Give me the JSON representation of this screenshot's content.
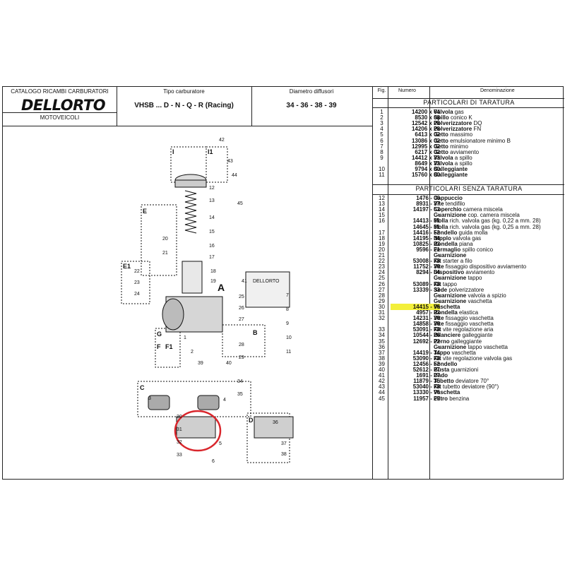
{
  "header": {
    "catalog_title": "CATALOGO RICAMBI CARBURATORI",
    "brand": "DELLORTO",
    "category": "MOTOVEICOLI",
    "type_label": "Tipo carburatore",
    "type_value": "VHSB ... D - N - Q - R (Racing)",
    "diam_label": "Diametro diffusori",
    "diam_value": "34 - 36 - 38 - 39"
  },
  "table": {
    "col_fig": "Fig.",
    "col_num": "Numero",
    "col_den": "Denominazione",
    "section1_title": "PARTICOLARI DI TARATURA",
    "section2_title": "PARTICOLARI SENZA TARATURA",
    "section1_rows": [
      {
        "fig": "1",
        "num": "14200 x 64",
        "b": "Valvola",
        "t": "gas"
      },
      {
        "fig": "2",
        "num": "8530 x 08",
        "b": "Spillo",
        "t": "conico K"
      },
      {
        "fig": "3",
        "num": "12542 x 28",
        "b": "Polverizzatore",
        "t": "DQ"
      },
      {
        "fig": "4",
        "num": "14206 x 28",
        "b": "Polverizzatore",
        "t": "FN"
      },
      {
        "fig": "5",
        "num": "6413 x 02",
        "b": "Getto",
        "t": "massimo"
      },
      {
        "fig": "6",
        "num": "13086 x 02",
        "b": "Getto",
        "t": "emulsionatore minimo B"
      },
      {
        "fig": "7",
        "num": "12995 x 02",
        "b": "Getto",
        "t": "minimo"
      },
      {
        "fig": "8",
        "num": "6217 x 02",
        "b": "Getto",
        "t": "avviamento"
      },
      {
        "fig": "9",
        "num": "14412 x 33",
        "b": "Valvola",
        "t": "a spillo"
      },
      {
        "fig": "",
        "num": "8649 x 33",
        "b": "Valvola",
        "t": "a spillo"
      },
      {
        "fig": "10",
        "num": "9794 x 80",
        "b": "Galleggiante",
        "t": ""
      },
      {
        "fig": "11",
        "num": "15760 x 80",
        "b": "Galleggiante",
        "t": ""
      }
    ],
    "section2_rows": [
      {
        "fig": "12",
        "num": "1476 - 06",
        "b": "Cappuccio",
        "t": ""
      },
      {
        "fig": "13",
        "num": "8931 - 37",
        "b": "Vite",
        "t": "tendifilo"
      },
      {
        "fig": "14",
        "num": "14197 - 53",
        "b": "Coperchio",
        "t": "camera miscela"
      },
      {
        "fig": "15",
        "num": "•",
        "b": "Guarnizione",
        "t": "cop. camera miscela"
      },
      {
        "fig": "16",
        "num": "14413 - 61",
        "b": "Molla",
        "t": "rich. valvola gas (kg. 0,22 a mm. 28)"
      },
      {
        "fig": "",
        "num": "14645 - 61",
        "b": "Molla",
        "t": "rich. valvola gas (kg. 0,25 a mm. 28)"
      },
      {
        "fig": "17",
        "num": "14416 - 52",
        "b": "Fondello",
        "t": "guida molla"
      },
      {
        "fig": "18",
        "num": "14195 - 04",
        "b": "Nipplo",
        "t": "valvola gas"
      },
      {
        "fig": "19",
        "num": "10825 - 23",
        "b": "Rondella",
        "t": "piana"
      },
      {
        "fig": "20",
        "num": "9596 - 21",
        "b": "Fermaglio",
        "t": "spillo conico"
      },
      {
        "fig": "21",
        "num": "•",
        "b": "Guarnizione",
        "t": ""
      },
      {
        "fig": "22",
        "num": "53008 - 78",
        "b": "Kit",
        "t": "starter a filo"
      },
      {
        "fig": "23",
        "num": "11752 - 36",
        "b": "Vite",
        "t": "fissaggio dispositivo avviamento"
      },
      {
        "fig": "24",
        "num": "8294 - 64",
        "b": "Dispositivo",
        "t": "avviamento"
      },
      {
        "fig": "25",
        "num": "•",
        "b": "Guarnizione",
        "t": "tappo"
      },
      {
        "fig": "26",
        "num": "53089 - 78",
        "b": "Kit",
        "t": "tappo"
      },
      {
        "fig": "27",
        "num": "13339 - 33",
        "b": "Sede",
        "t": "polverizzatore"
      },
      {
        "fig": "28",
        "num": "•",
        "b": "Guarnizione",
        "t": "valvola a spizio"
      },
      {
        "fig": "29",
        "num": "•",
        "b": "Guarnizione",
        "t": "vaschetta"
      },
      {
        "fig": "30",
        "num": "14415 - 96",
        "b": "Vaschetta",
        "t": "",
        "hl": true
      },
      {
        "fig": "31",
        "num": "4957 - 23",
        "b": "Rondella",
        "t": "elastica"
      },
      {
        "fig": "32",
        "num": "14231 - 36",
        "b": "Vite",
        "t": "fissaggio vaschetta"
      },
      {
        "fig": "",
        "num": "14858 - 36",
        "b": "Vite",
        "t": "fissaggio vaschetta"
      },
      {
        "fig": "33",
        "num": "53091 - 78",
        "b": "Kit",
        "t": "vite regolazione aria"
      },
      {
        "fig": "34",
        "num": "10544 - 26",
        "b": "Bilanciere",
        "t": "galleggiante"
      },
      {
        "fig": "35",
        "num": "12692 - 22",
        "b": "Perno",
        "t": "galleggiante"
      },
      {
        "fig": "36",
        "num": "•",
        "b": "Guarnizione",
        "t": "tappo vaschetta"
      },
      {
        "fig": "37",
        "num": "14419 - 34",
        "b": "Tappo",
        "t": "vaschetta"
      },
      {
        "fig": "38",
        "num": "53090 - 78",
        "b": "Kit",
        "t": "vite regolazione valvola gas"
      },
      {
        "fig": "39",
        "num": "12456 - 52",
        "b": "Fondello",
        "t": ""
      },
      {
        "fig": "40",
        "num": "52612 - 77",
        "b": "Busta",
        "t": "guarnizioni"
      },
      {
        "fig": "41",
        "num": "1691 - 27",
        "b": "Dado",
        "t": ""
      },
      {
        "fig": "42",
        "num": "11879 - 35",
        "b": "Tubetto",
        "t": "deviatore 70°"
      },
      {
        "fig": "43",
        "num": "53040 - 78",
        "b": "Kit",
        "t": "tubetto deviatore (90°)"
      },
      {
        "fig": "44",
        "num": "13330 - 96",
        "b": "Vaschetta",
        "t": ""
      },
      {
        "fig": "45",
        "num": "11957 - 29",
        "b": "Filtro",
        "t": "benzina"
      }
    ]
  },
  "diagram": {
    "group_labels": [
      "I",
      "I1",
      "E",
      "E1",
      "A",
      "B",
      "G",
      "F",
      "F1",
      "C",
      "D"
    ],
    "bag_label": "DELLORTO",
    "part_callouts": [
      "12",
      "13",
      "14",
      "15",
      "16",
      "17",
      "18",
      "19",
      "20",
      "21",
      "22",
      "23",
      "24",
      "25",
      "26",
      "27",
      "28",
      "29",
      "30",
      "31",
      "32",
      "33",
      "34",
      "35",
      "36",
      "37",
      "38",
      "39",
      "40",
      "41",
      "42",
      "43",
      "44",
      "45",
      "1",
      "2",
      "3",
      "4",
      "5",
      "6",
      "7",
      "8",
      "9",
      "10",
      "11"
    ],
    "highlight_color": "#d9262c"
  }
}
